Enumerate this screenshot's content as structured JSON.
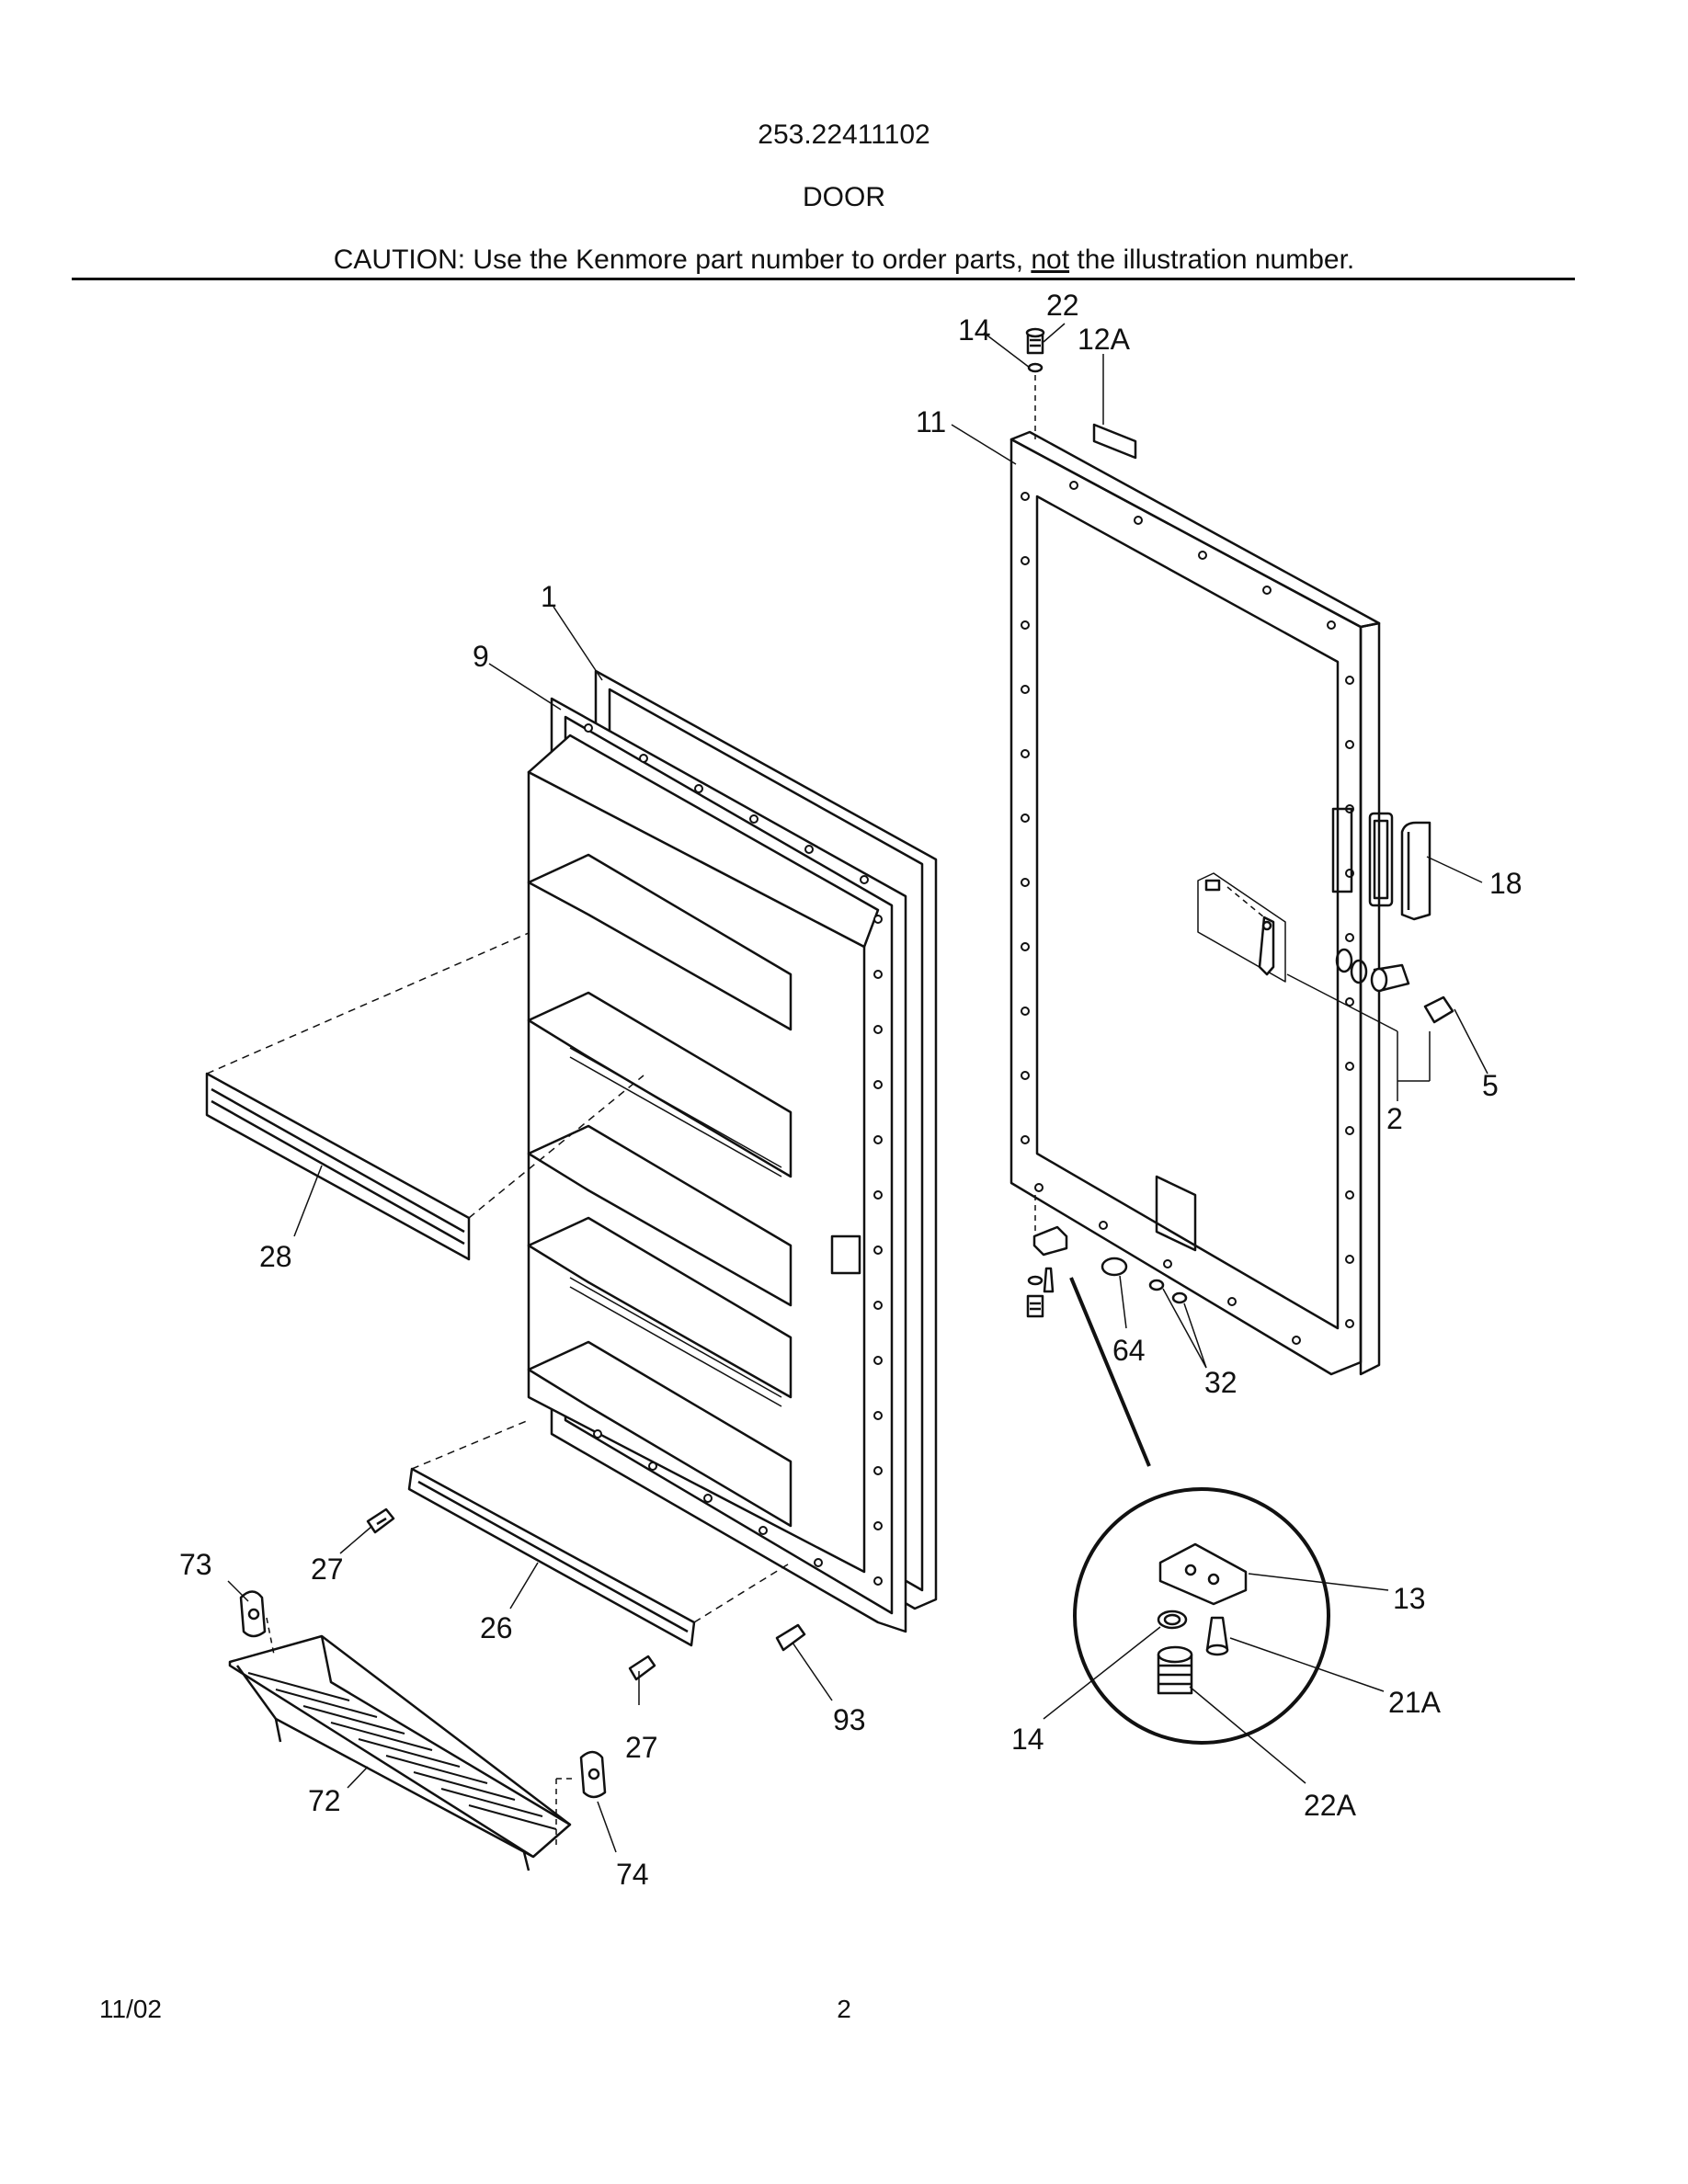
{
  "header": {
    "model_number": "253.22411102",
    "section_title": "DOOR",
    "caution_prefix": "CAUTION: Use the Kenmore part number to order parts, ",
    "caution_emphasis": "not",
    "caution_suffix": " the illustration number."
  },
  "callouts": {
    "c1": "1",
    "c9": "9",
    "c11": "11",
    "c14a": "14",
    "c22": "22",
    "c12a": "12A",
    "c18": "18",
    "c5": "5",
    "c2": "2",
    "c28": "28",
    "c64": "64",
    "c32": "32",
    "c13": "13",
    "c21a": "21A",
    "c14b": "14",
    "c22a": "22A",
    "c73": "73",
    "c27a": "27",
    "c26": "26",
    "c27b": "27",
    "c93": "93",
    "c72": "72",
    "c74": "74"
  },
  "footer": {
    "date": "11/02",
    "page": "2"
  }
}
